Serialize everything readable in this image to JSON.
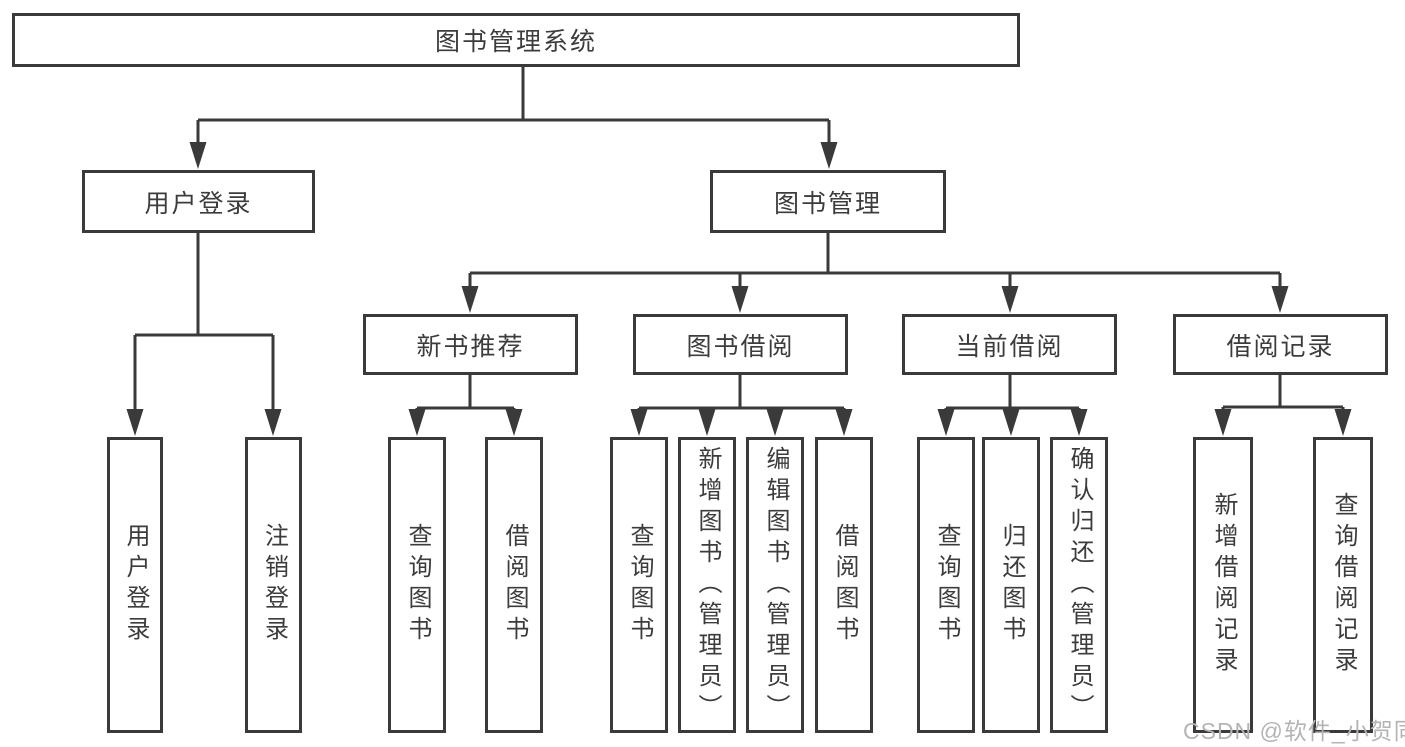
{
  "diagram": {
    "root": {
      "label": "图书管理系统"
    },
    "level2": {
      "user_login": {
        "label": "用户登录"
      },
      "book_management": {
        "label": "图书管理"
      }
    },
    "level3": {
      "new_book_recommend": {
        "label": "新书推荐"
      },
      "book_borrow": {
        "label": "图书借阅"
      },
      "current_borrow": {
        "label": "当前借阅"
      },
      "borrow_record": {
        "label": "借阅记录"
      }
    },
    "leaves": {
      "user_login": {
        "label": "用户登录"
      },
      "logout": {
        "label": "注销登录"
      },
      "recommend_query_book": {
        "label": "查询图书"
      },
      "recommend_borrow_book": {
        "label": "借阅图书"
      },
      "borrow_query_book": {
        "label": "查询图书"
      },
      "borrow_add_book": {
        "label": "新增图书（管理员）"
      },
      "borrow_edit_book": {
        "label": "编辑图书（管理员）"
      },
      "borrow_borrow_book": {
        "label": "借阅图书"
      },
      "current_query_book": {
        "label": "查询图书"
      },
      "current_return_book": {
        "label": "归还图书"
      },
      "current_confirm_return": {
        "label": "确认归还（管理员）"
      },
      "record_add": {
        "label": "新增借阅记录"
      },
      "record_query": {
        "label": "查询借阅记录"
      }
    }
  },
  "watermark": {
    "text": "CSDN @软件_小贺同学"
  },
  "colors": {
    "line": "#3a3a3a",
    "box_border": "#3a3a3a",
    "box_fill": "#ffffff",
    "text": "#3c3c3c",
    "watermark": "#b4b4b4",
    "background": "#ffffff"
  }
}
